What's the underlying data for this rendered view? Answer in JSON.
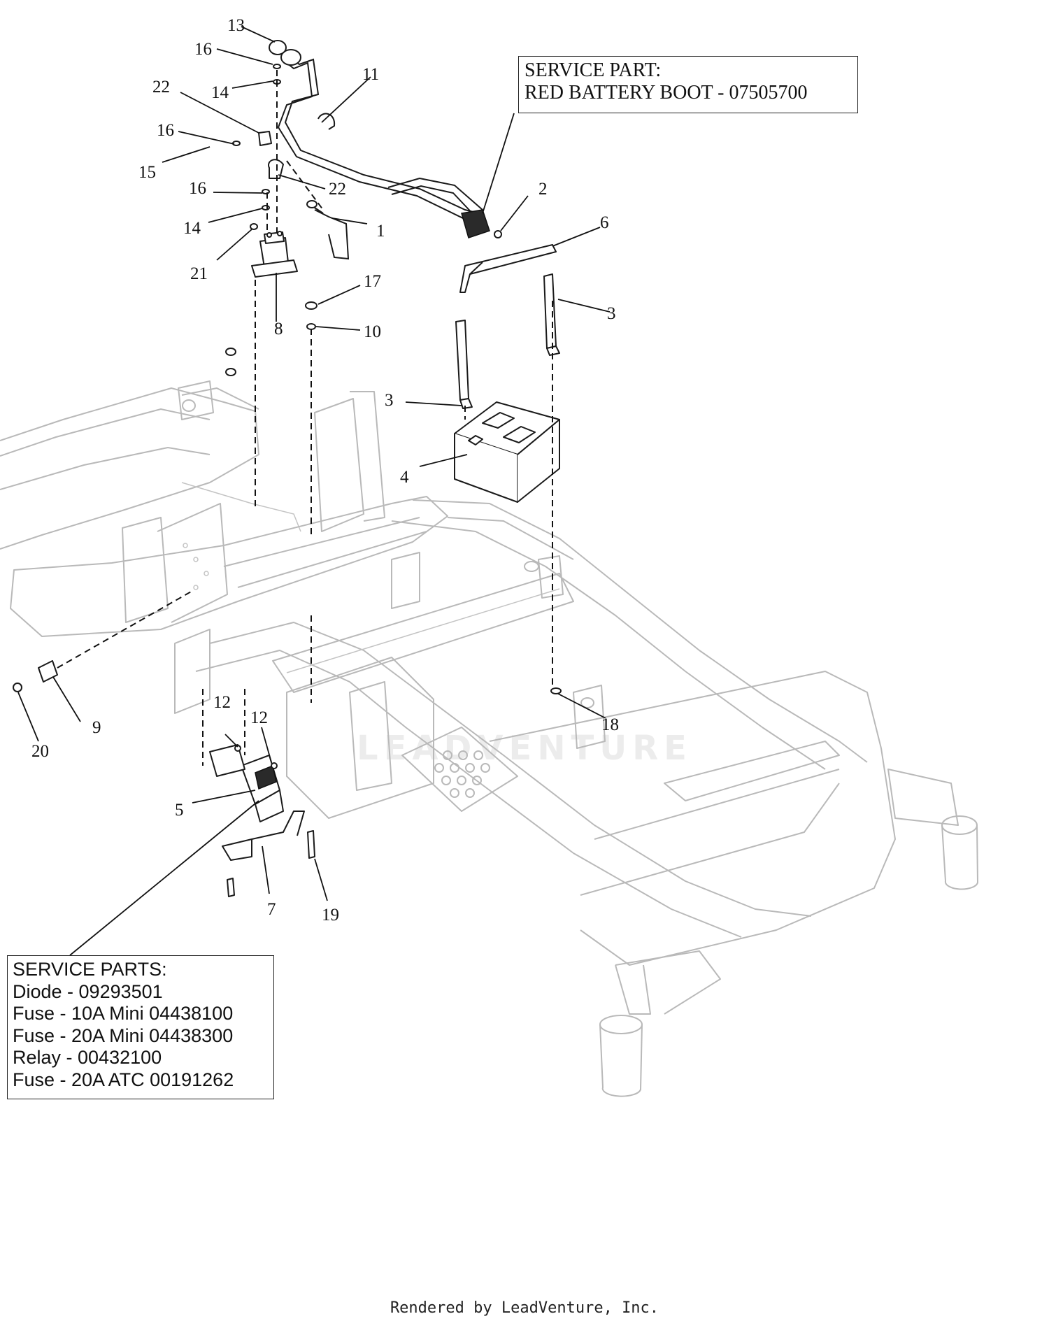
{
  "service_part_boot": {
    "line1": "SERVICE PART:",
    "line2": "RED BATTERY BOOT - 07505700"
  },
  "service_parts_list": {
    "heading": "SERVICE PARTS:",
    "items": [
      "Diode - 09293501",
      "Fuse - 10A Mini 04438100",
      "Fuse - 20A Mini 04438300",
      "Relay - 00432100",
      "Fuse - 20A ATC 00191262"
    ]
  },
  "callouts": {
    "c1": "1",
    "c2": "2",
    "c3a": "3",
    "c3b": "3",
    "c4": "4",
    "c5": "5",
    "c6": "6",
    "c7": "7",
    "c8": "8",
    "c9": "9",
    "c10": "10",
    "c11": "11",
    "c12a": "12",
    "c12b": "12",
    "c13": "13",
    "c14a": "14",
    "c14b": "14",
    "c15": "15",
    "c16a": "16",
    "c16b": "16",
    "c16c": "16",
    "c17": "17",
    "c18": "18",
    "c19": "19",
    "c20": "20",
    "c21": "21",
    "c22a": "22",
    "c22b": "22"
  },
  "watermark": "LEADVENTURE",
  "footer": "Rendered by LeadVenture, Inc."
}
